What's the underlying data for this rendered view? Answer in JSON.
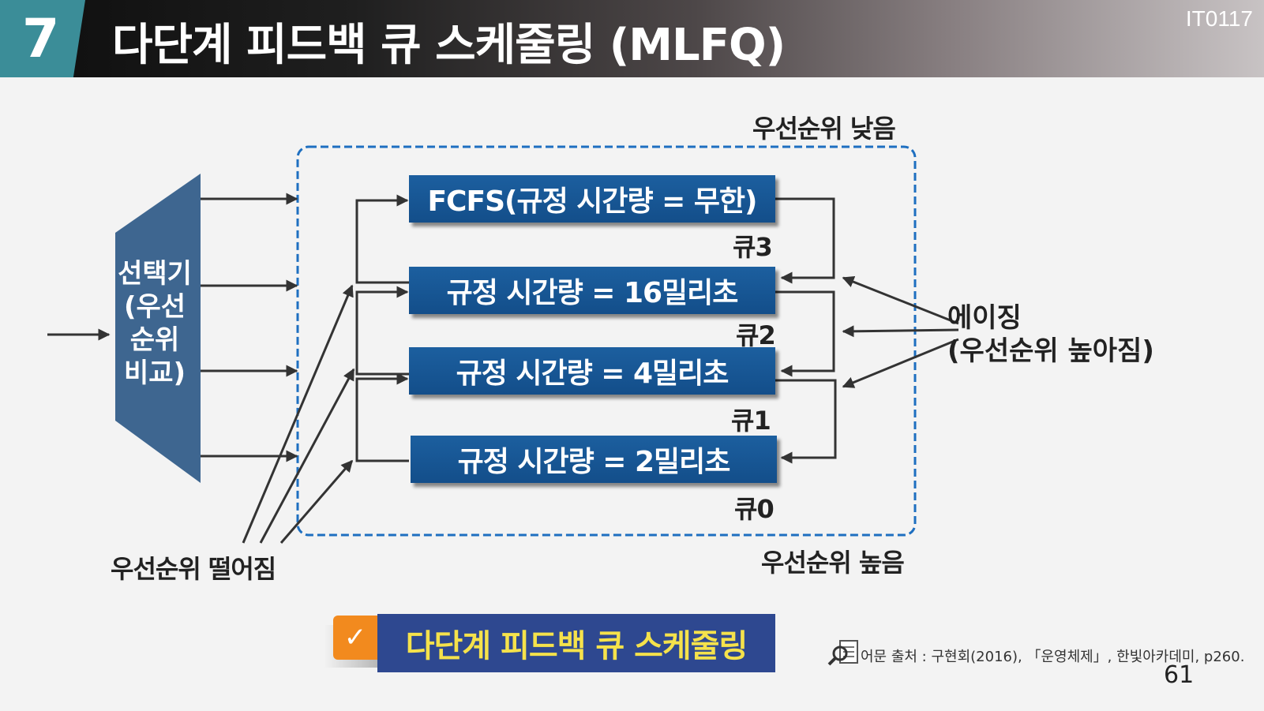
{
  "header": {
    "number": "7",
    "title": "다단계 피드백 큐 스케줄링 (MLFQ)",
    "code": "IT0117"
  },
  "selector": {
    "label_lines": [
      "선택기",
      "(우선",
      "순위",
      "비교)"
    ]
  },
  "queues": [
    {
      "label": "FCFS(규정 시간량 = 무한)",
      "name": "큐3"
    },
    {
      "label": "규정 시간량 = 16밀리초",
      "name": "큐2"
    },
    {
      "label": "규정 시간량 = 4밀리초",
      "name": "큐1"
    },
    {
      "label": "규정 시간량 = 2밀리초",
      "name": "큐0"
    }
  ],
  "labels": {
    "low_priority": "우선순위 낮음",
    "high_priority": "우선순위 높음",
    "priority_drop": "우선순위 떨어짐",
    "aging": "에이징",
    "aging_sub": "(우선순위 높아짐)"
  },
  "banner": {
    "icon": "checkmark-icon",
    "text": "다단계 피드백 큐 스케줄링"
  },
  "source": {
    "icon": "magnifier-document-icon",
    "text": "어문 출처 : 구현회(2016), 「운영체제」, 한빛아카데미, p260."
  },
  "page_number": "61",
  "colors": {
    "accent_teal": "#3b8d98",
    "queue_blue": "#134e8a",
    "dashed_border": "#1e6fc0",
    "selector": "#3e6690",
    "banner_bg": "#2e4890",
    "banner_text": "#f5e24b",
    "tag_orange": "#f28a1e"
  }
}
